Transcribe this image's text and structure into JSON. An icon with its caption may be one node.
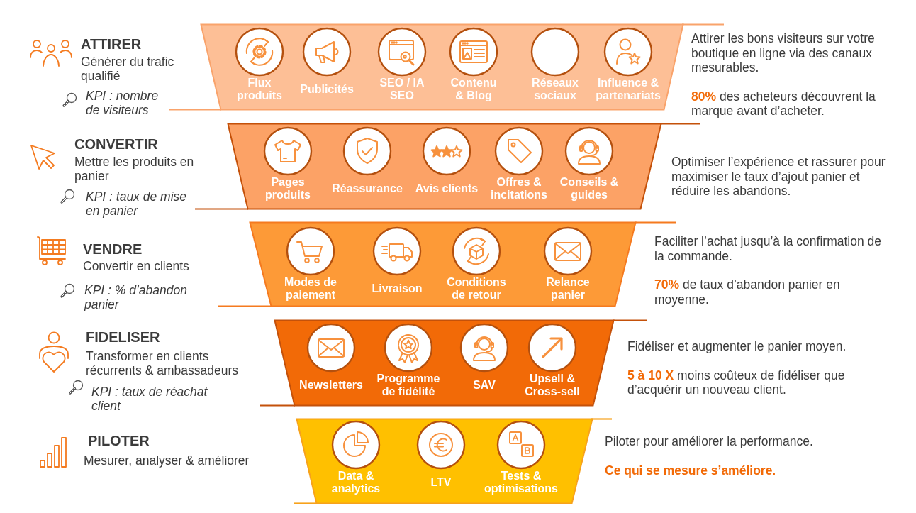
{
  "diagram": {
    "nodes": [
      {
        "text": [
          "ATTIRER",
          "Générer du trafic qualifié",
          "KPI : nombre de visiteurs"
        ],
        "beside": [
          "Attirer les bons visiteurs sur votre boutique en ligne via des canaux mesurables.",
          "**80%** des acheteurs découvrent la marque avant d’acheter."
        ]
      },
      {
        "text": [
          "Flux produits"
        ],
        "in": 0
      },
      {
        "text": [
          "Publicités"
        ],
        "in": 0
      },
      {
        "text": [
          "SEO / IA SEO"
        ],
        "in": 0
      },
      {
        "text": [
          "Contenu & Blog"
        ],
        "in": 0
      },
      {
        "text": [
          "Réseaux sociaux"
        ],
        "in": 0
      },
      {
        "text": [
          "Influence & partenariats"
        ],
        "in": 0
      },
      {
        "text": [
          "CONVERTIR",
          "Mettre les produits en panier",
          "KPI : taux de mise en panier"
        ],
        "beside": [
          "Optimiser l’expérience et rassurer pour maximiser le taux d’ajout panier et réduire les abandons."
        ]
      },
      {
        "text": [
          "Pages produits"
        ],
        "in": 7
      },
      {
        "text": [
          "Réassurance"
        ],
        "in": 7
      },
      {
        "text": [
          "Avis clients"
        ],
        "in": 7
      },
      {
        "text": [
          "Offres & incitations"
        ],
        "in": 7
      },
      {
        "text": [
          "Conseils & guides"
        ],
        "in": 7
      },
      {
        "text": [
          "VENDRE",
          "Convertir en clients",
          "KPI : % d’abandon panier"
        ],
        "beside": [
          "Faciliter l’achat jusqu’à la confirmation de la commande.",
          "**70%** de taux d’abandon panier en moyenne."
        ]
      },
      {
        "text": [
          "Modes de paiement"
        ],
        "in": 13
      },
      {
        "text": [
          "Livraison"
        ],
        "in": 13
      },
      {
        "text": [
          "Conditions de retour"
        ],
        "in": 13
      },
      {
        "text": [
          "Relance panier"
        ],
        "in": 13
      },
      {
        "text": [
          "FIDELISER",
          "Transformer en clients récurrents & ambassadeurs",
          "KPI : taux de réachat client"
        ],
        "beside": [
          "Fidéliser et augmenter le panier moyen.",
          "**5 à 10 X** moins coûteux de fidéliser que d’acquérir un nouveau client."
        ]
      },
      {
        "text": [
          "Newsletters"
        ],
        "in": 18
      },
      {
        "text": [
          "Programme de fidélité"
        ],
        "in": 18
      },
      {
        "text": [
          "SAV"
        ],
        "in": 18
      },
      {
        "text": [
          "Upsell & Cross-sell"
        ],
        "in": 18
      },
      {
        "text": [
          "PILOTER",
          "Mesurer, analyser & améliorer"
        ],
        "beside": [
          "Piloter pour améliorer la performance.",
          "Ce qui se mesure s’améliore."
        ]
      },
      {
        "text": [
          "Data & analytics"
        ],
        "in": 23
      },
      {
        "text": [
          "LTV"
        ],
        "in": 23
      },
      {
        "text": [
          "Tests & optimisations"
        ],
        "in": 23
      }
    ]
  }
}
